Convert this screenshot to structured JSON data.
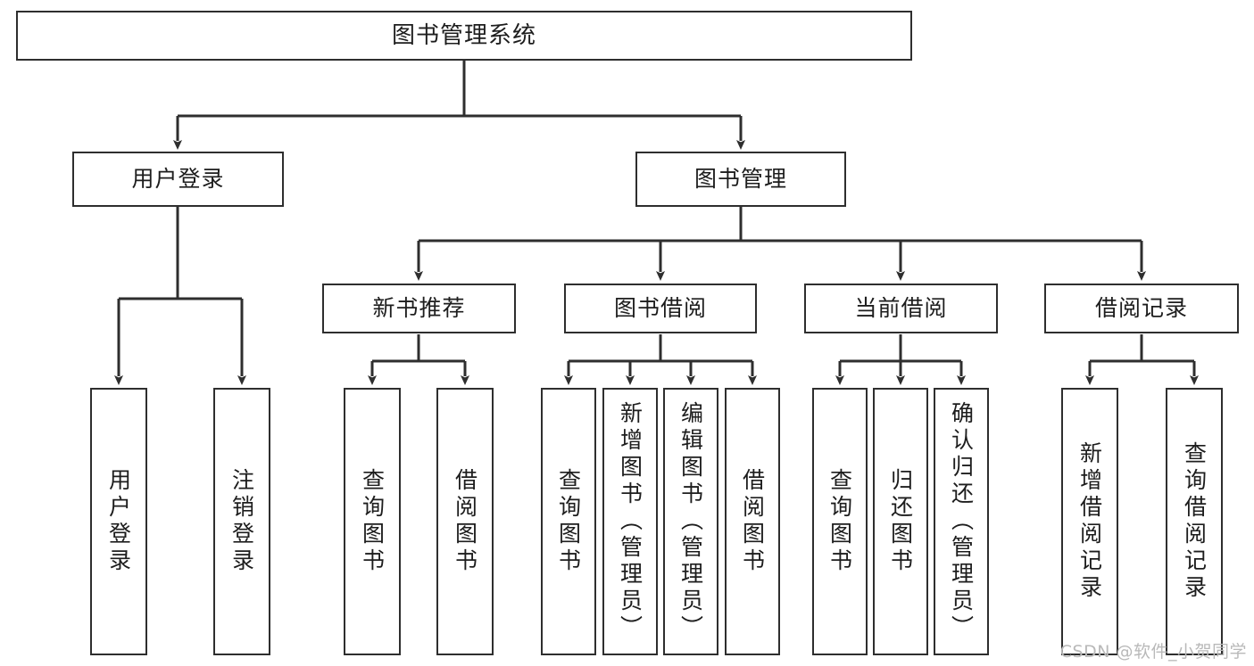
{
  "diagram": {
    "title": "图书管理系统",
    "type": "hierarchy-tree",
    "stroke_color": "#2e2e2e",
    "fill_color": "#ffffff",
    "text_color": "#1d1d1d",
    "root": {
      "label": "图书管理系统"
    },
    "level2": [
      {
        "label": "用户登录"
      },
      {
        "label": "图书管理"
      }
    ],
    "level3": [
      {
        "label": "新书推荐"
      },
      {
        "label": "图书借阅"
      },
      {
        "label": "当前借阅"
      },
      {
        "label": "借阅记录"
      }
    ],
    "leaves": {
      "user_login": [
        {
          "label": "用户登录"
        },
        {
          "label": "注销登录"
        }
      ],
      "new_book_recommend": [
        {
          "label": "查询图书"
        },
        {
          "label": "借阅图书"
        }
      ],
      "book_borrow": [
        {
          "label": "查询图书"
        },
        {
          "label": "新增图书（管理员）"
        },
        {
          "label": "编辑图书（管理员）"
        },
        {
          "label": "借阅图书"
        }
      ],
      "current_borrow": [
        {
          "label": "查询图书"
        },
        {
          "label": "归还图书"
        },
        {
          "label": "确认归还（管理员）"
        }
      ],
      "borrow_record": [
        {
          "label": "新增借阅记录"
        },
        {
          "label": "查询借阅记录"
        }
      ]
    }
  },
  "watermark": {
    "text": "CSDN @软件_小贺同学"
  }
}
